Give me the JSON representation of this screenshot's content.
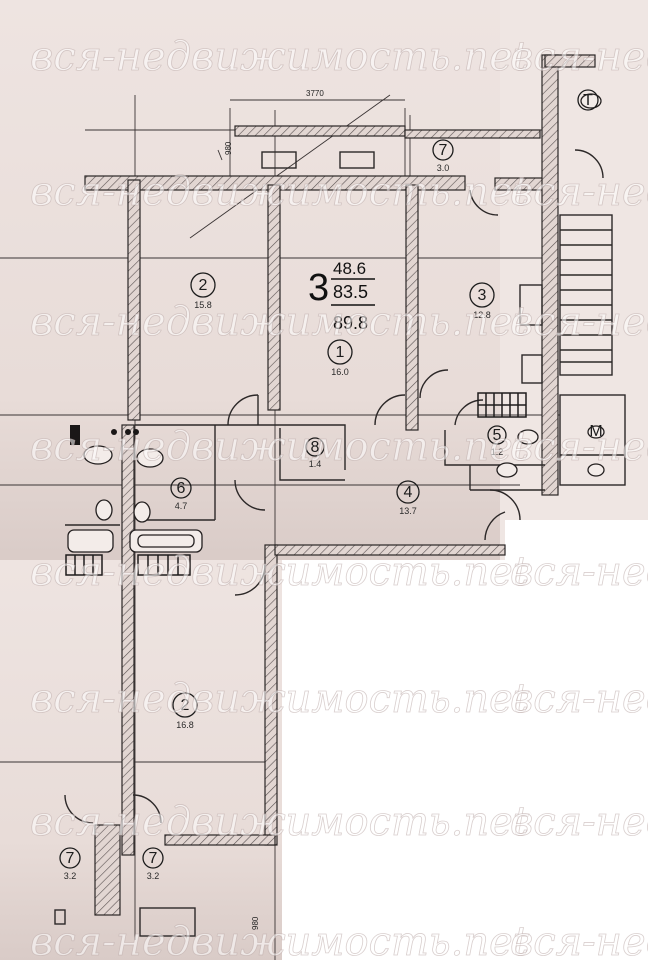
{
  "watermark": "вся-недвижимость.net",
  "apartment": {
    "rooms_count": "3",
    "living_area": "48.6",
    "total_area": "83.5",
    "total_area_with_balconies": "89.8"
  },
  "dimensions": {
    "top_width": "3770",
    "balcony_depth": "980",
    "bottom_depth": "980"
  },
  "rooms": [
    {
      "id": "living-room-1",
      "number": "1",
      "area": "16.0"
    },
    {
      "id": "bedroom-top-2",
      "number": "2",
      "area": "15.8"
    },
    {
      "id": "kitchen-3",
      "number": "3",
      "area": "12.8"
    },
    {
      "id": "hall-4",
      "number": "4",
      "area": "13.7"
    },
    {
      "id": "toilet-5",
      "number": "5",
      "area": "1.2"
    },
    {
      "id": "bathroom-6",
      "number": "6",
      "area": "4.7"
    },
    {
      "id": "closet-8",
      "number": "8",
      "area": "1.4"
    },
    {
      "id": "bedroom-bottom-2",
      "number": "2",
      "area": "16.8"
    },
    {
      "id": "balcony-top-7",
      "number": "7",
      "area": "3.0"
    },
    {
      "id": "balcony-bottom-left-7",
      "number": "7",
      "area": "3.2"
    },
    {
      "id": "balcony-bottom-right-7",
      "number": "7",
      "area": "3.2"
    },
    {
      "id": "stair-t",
      "number": "T",
      "area": ""
    },
    {
      "id": "utility-m",
      "number": "M",
      "area": ""
    }
  ],
  "colors": {
    "paper": "#ebe0dc",
    "paper_light": "#f2e9e6",
    "wall_fill": "#d9ccc8",
    "ink": "#2a2626",
    "blank": "#ffffff"
  }
}
